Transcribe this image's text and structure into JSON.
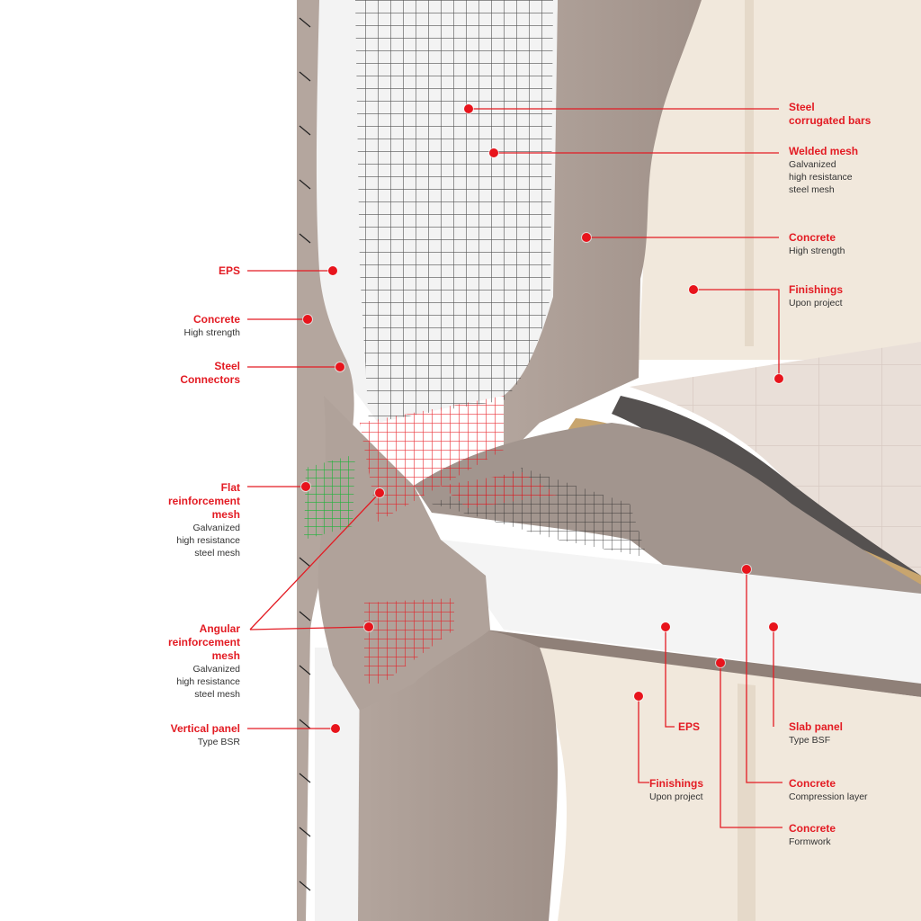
{
  "colors": {
    "accent": "#e31b23",
    "concrete": "#a89a92",
    "eps": "#f2f2f2",
    "wall_finish": "#efe6d9",
    "tile": "#e7dcd4"
  },
  "labels": {
    "steel_bars": {
      "title_1": "Steel",
      "title_2": "corrugated bars"
    },
    "welded_mesh": {
      "title": "Welded mesh",
      "sub_1": "Galvanized",
      "sub_2": "high resistance",
      "sub_3": "steel mesh"
    },
    "concrete_top": {
      "title": "Concrete",
      "sub": "High strength"
    },
    "finishings_top": {
      "title": "Finishings",
      "sub": "Upon project"
    },
    "eps_left": {
      "title": "EPS"
    },
    "concrete_left": {
      "title": "Concrete",
      "sub": "High strength"
    },
    "steel_connectors": {
      "title_1": "Steel",
      "title_2": "Connectors"
    },
    "flat_mesh": {
      "title_1": "Flat",
      "title_2": "reinforcement",
      "title_3": "mesh",
      "sub_1": "Galvanized",
      "sub_2": "high resistance",
      "sub_3": "steel mesh"
    },
    "angular_mesh": {
      "title_1": "Angular",
      "title_2": "reinforcement",
      "title_3": "mesh",
      "sub_1": "Galvanized",
      "sub_2": "high resistance",
      "sub_3": "steel mesh"
    },
    "vertical_panel": {
      "title": "Vertical panel",
      "sub": "Type BSR"
    },
    "eps_bottom": {
      "title": "EPS"
    },
    "slab_panel": {
      "title": "Slab panel",
      "sub": "Type BSF"
    },
    "finishings_bottom": {
      "title": "Finishings",
      "sub": "Upon project"
    },
    "concrete_compression": {
      "title": "Concrete",
      "sub": "Compression layer"
    },
    "concrete_formwork": {
      "title": "Concrete",
      "sub": "Formwork"
    }
  }
}
